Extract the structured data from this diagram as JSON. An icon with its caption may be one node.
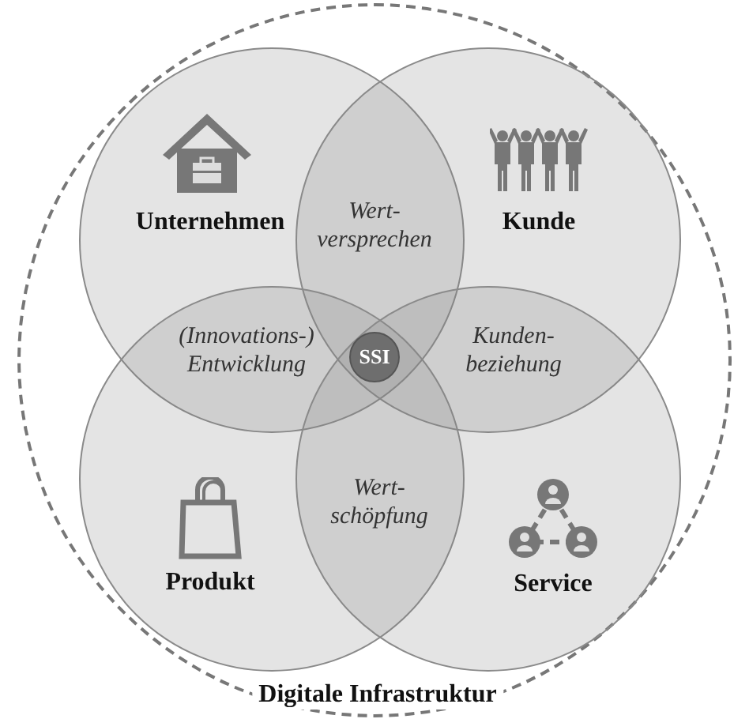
{
  "diagram": {
    "nodes": [
      {
        "text": [
          "Digitale Infrastruktur"
        ]
      },
      {
        "text": [
          "Unternehmen"
        ],
        "in": 0
      },
      {
        "text": [
          "Kunde"
        ],
        "in": 0
      },
      {
        "text": [
          "Produkt"
        ],
        "in": 0
      },
      {
        "text": [
          "Service"
        ],
        "in": 0
      },
      {
        "text": [
          "SSI"
        ]
      }
    ],
    "labels": [
      "Wert- versprechen",
      "(Innovations-) Entwicklung",
      "Kunden- beziehung",
      "Wert- schöpfung"
    ]
  }
}
